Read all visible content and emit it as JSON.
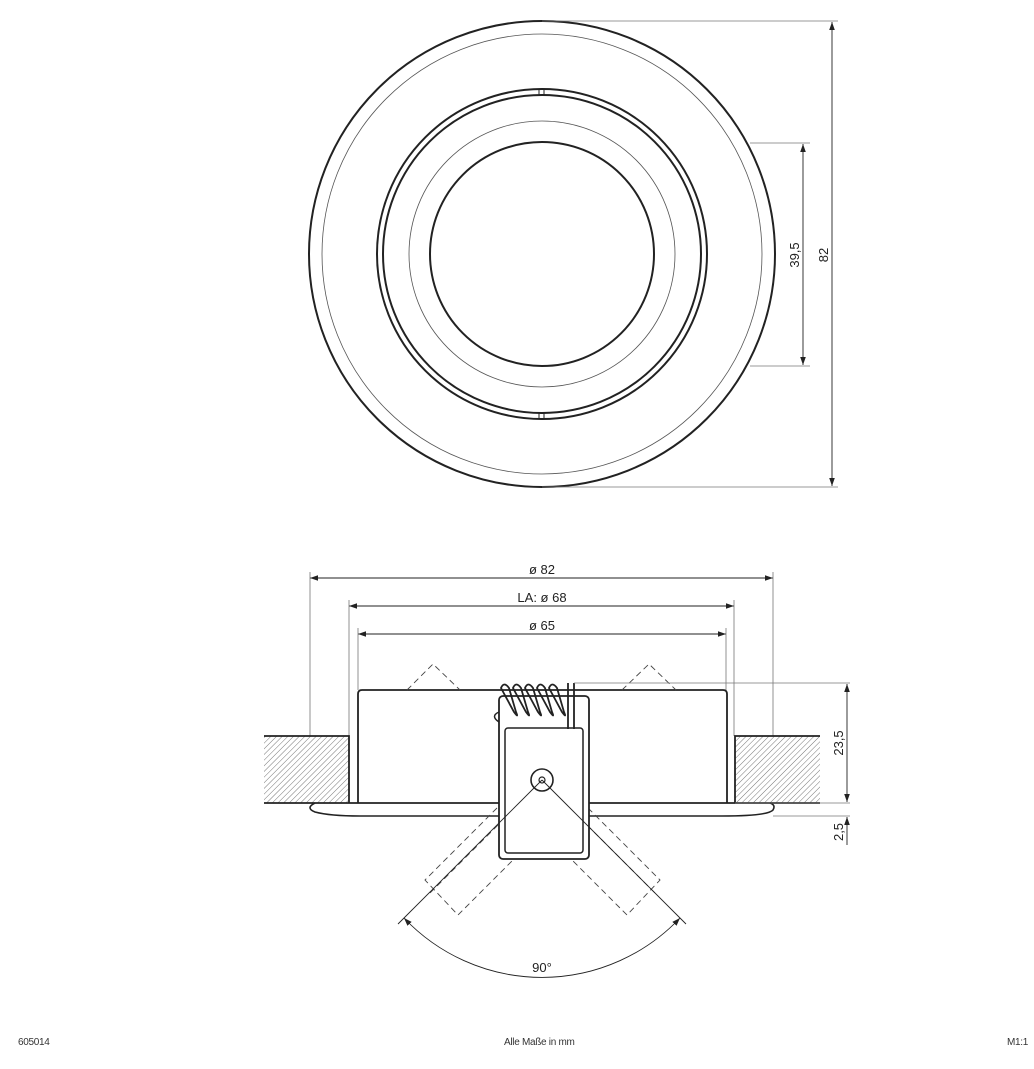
{
  "top_view": {
    "dimensions": {
      "height_inner": "39,5",
      "height_outer": "82"
    }
  },
  "side_view": {
    "dimensions": {
      "outer_diameter": "ø 82",
      "cutout_diameter": "LA: ø 68",
      "body_diameter": "ø 65",
      "body_height": "23,5",
      "flange_height": "2,5",
      "swivel_angle": "90°"
    }
  },
  "footer": {
    "article_number": "605014",
    "units_note": "Alle Maße in mm",
    "scale": "M1:1"
  },
  "colors": {
    "line": "#222222",
    "thin_line": "#555555",
    "hatch": "#777777",
    "background": "#ffffff"
  }
}
